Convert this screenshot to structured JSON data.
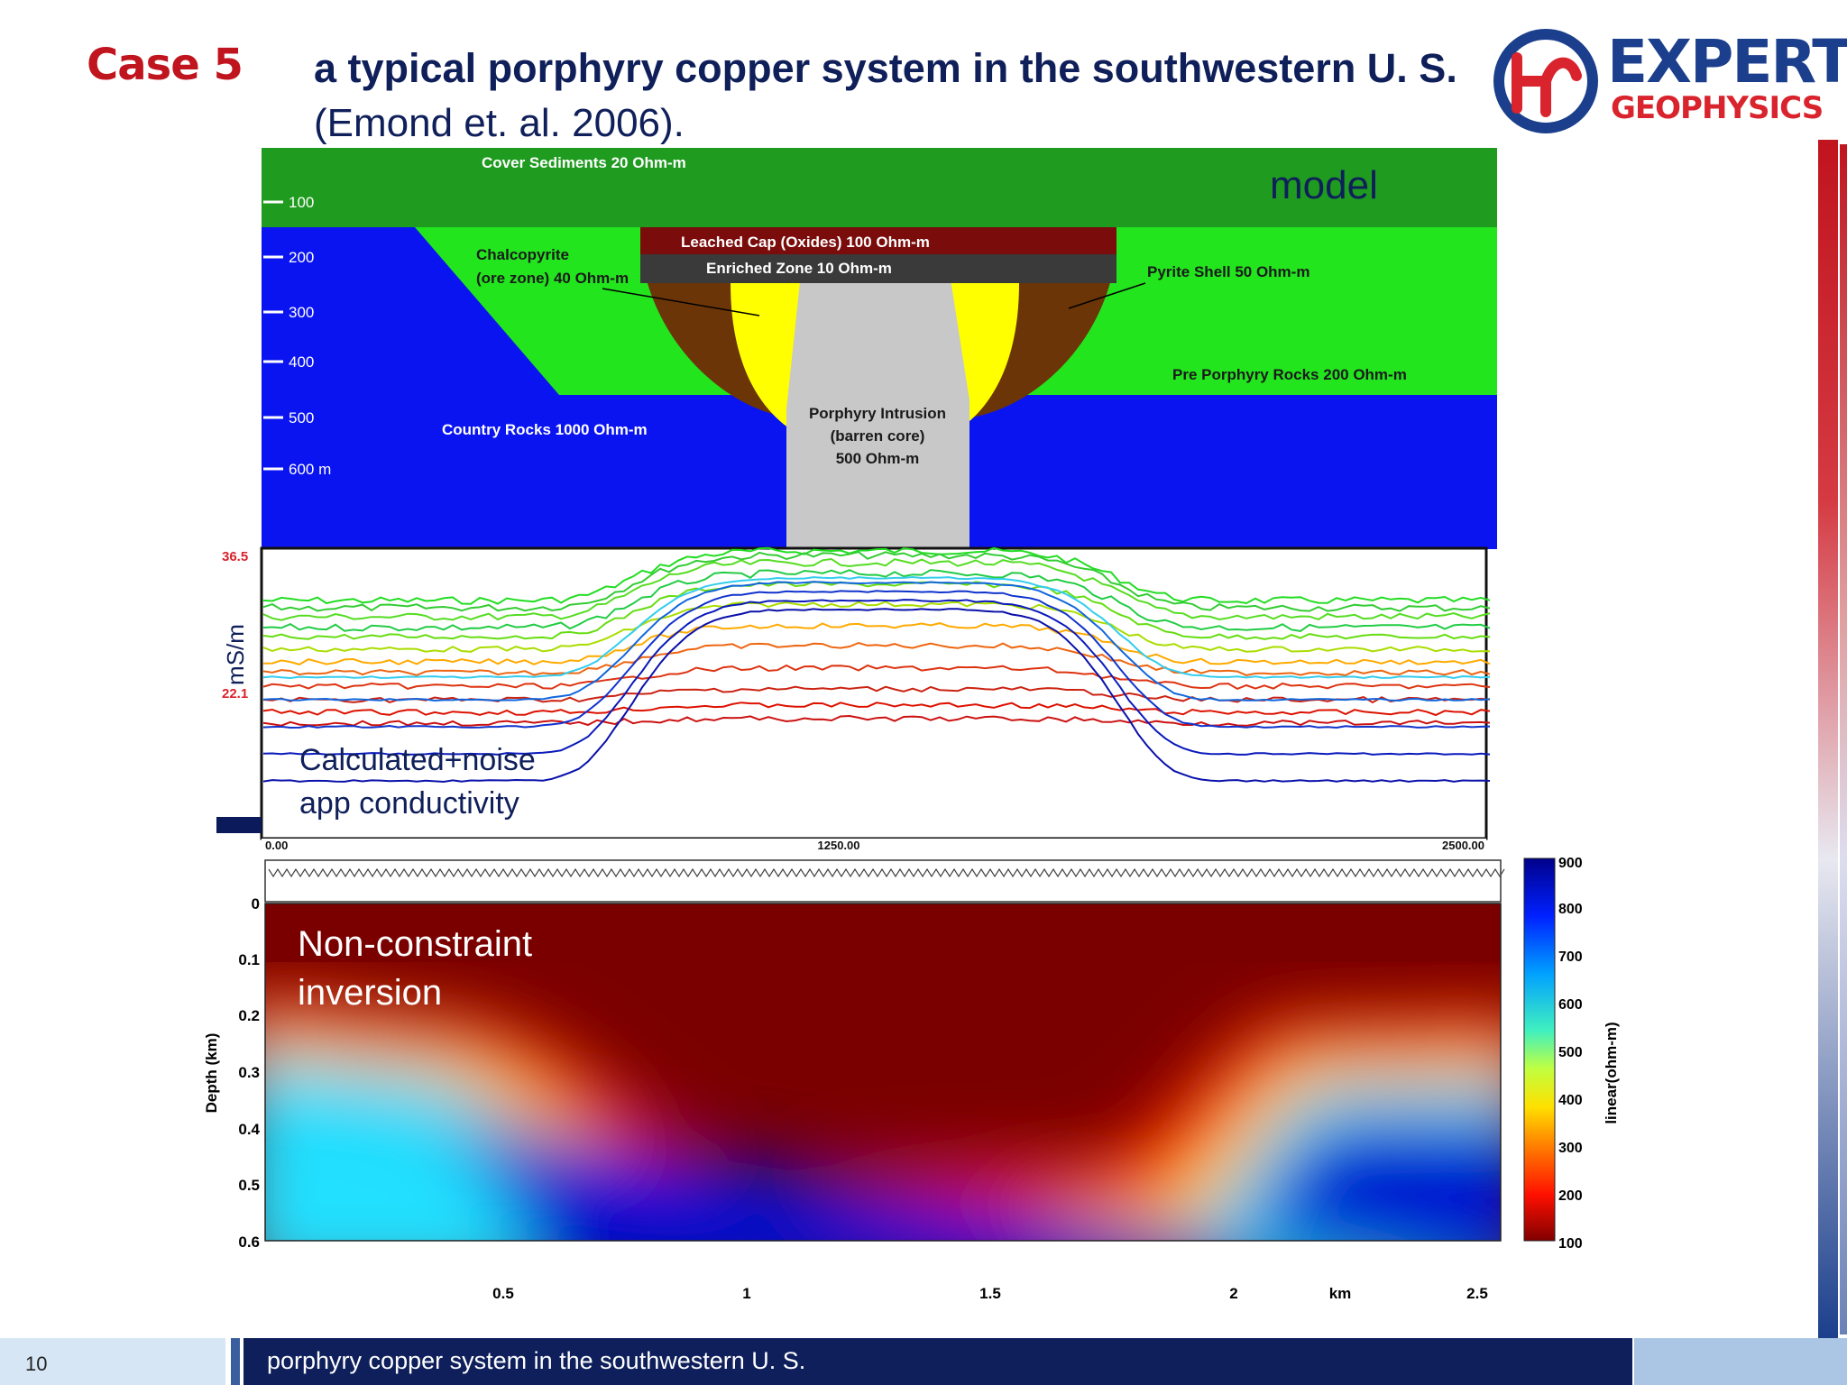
{
  "header": {
    "case_label": "Case 5",
    "title_line1": "a typical porphyry copper system in the southwestern U. S.",
    "title_line2": "(Emond et. al. 2006)."
  },
  "logo": {
    "expert": "EXPERT",
    "geophysics": "GEOPHYSICS",
    "icon": "expert-geophysics-logo-icon"
  },
  "model": {
    "heading": "model",
    "depth_ticks": [
      "100",
      "200",
      "300",
      "400",
      "500",
      "600 m"
    ],
    "units": {
      "cover": "Cover Sediments 20 Ohm-m",
      "chalcopyrite_1": "Chalcopyrite",
      "chalcopyrite_2": "(ore zone) 40 Ohm-m",
      "leached_cap": "Leached Cap (Oxides) 100 Ohm-m",
      "enriched": "Enriched Zone 10 Ohm-m",
      "pyrite": "Pyrite Shell 50 Ohm-m",
      "pre_porphyry": "Pre Porphyry Rocks 200 Ohm-m",
      "country": "Country Rocks 1000 Ohm-m",
      "intrusion_1": "Porphyry Intrusion",
      "intrusion_2": "(barren core)",
      "intrusion_3": "500 Ohm-m"
    },
    "colors": {
      "cover": "#1f9b1f",
      "pre_porphyry": "#22e51e",
      "country": "#0a14f0",
      "leached": "#7a0c0c",
      "enriched": "#3a3a3a",
      "pyrite": "#6b3508",
      "chalcopyrite": "#ffff00",
      "intrusion": "#c8c8c8"
    }
  },
  "profile": {
    "ylabel": "mS/m",
    "y_top": "36.5",
    "y_mid": "22.1",
    "x_ticks": [
      "0.00",
      "1250.00",
      "2500.00"
    ],
    "label_1": "Calculated+noise",
    "label_2": "app conductivity"
  },
  "inversion": {
    "label_1": "Non-constraint",
    "label_2": "inversion",
    "ylabel": "Depth (km)",
    "y_ticks": [
      "0",
      "0.1",
      "0.2",
      "0.3",
      "0.4",
      "0.5",
      "0.6"
    ],
    "x_ticks": [
      "0.5",
      "1",
      "1.5",
      "2",
      "2.5"
    ],
    "x_unit": "km",
    "colorbar_ticks": [
      "900",
      "800",
      "700",
      "600",
      "500",
      "400",
      "300",
      "200",
      "100"
    ],
    "colorbar_label": "linear(ohm-m)"
  },
  "footer": {
    "page_number": "10",
    "text": "porphyry copper system in the southwestern U. S."
  }
}
